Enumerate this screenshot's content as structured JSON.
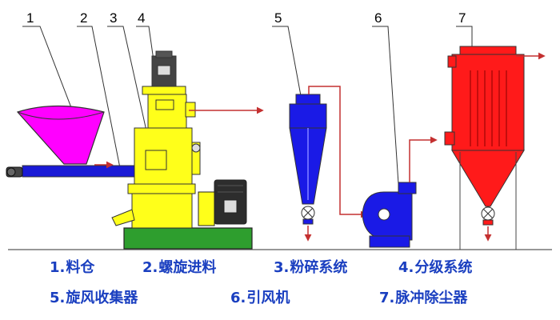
{
  "colors": {
    "hopper": "#ff00ff",
    "screw_feeder": "#1a1ad6",
    "mill": "#ffff1a",
    "base": "#2e9e2e",
    "cyclone": "#1a1ae6",
    "dust_collector": "#ff1a1a",
    "fan": "#1a1ae6",
    "pipe": "#c43030",
    "motor": "#2d2d2d",
    "legend_text": "#1a3fc0"
  },
  "callouts": [
    "1",
    "2",
    "3",
    "4",
    "5",
    "6",
    "7"
  ],
  "legend": [
    {
      "num": "1.",
      "label": "料仓"
    },
    {
      "num": "2.",
      "label": "螺旋进料"
    },
    {
      "num": "3.",
      "label": "粉碎系统"
    },
    {
      "num": "4.",
      "label": "分级系统"
    },
    {
      "num": "5.",
      "label": "旋风收集器"
    },
    {
      "num": "6.",
      "label": "引风机"
    },
    {
      "num": "7.",
      "label": "脉冲除尘器"
    }
  ]
}
